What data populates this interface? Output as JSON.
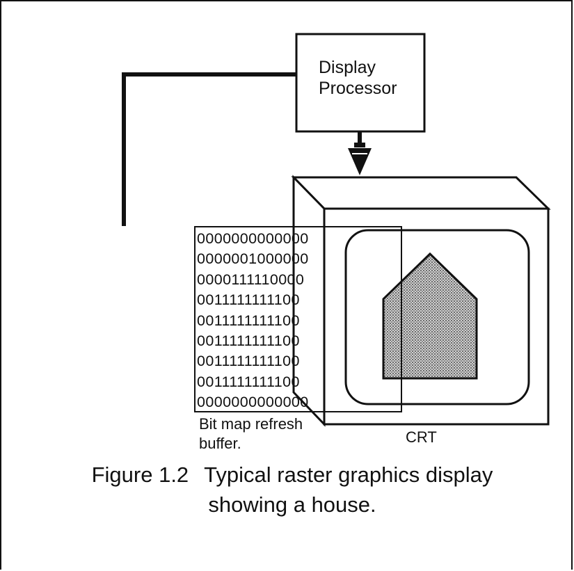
{
  "processor": {
    "line1": "Display",
    "line2": "Processor"
  },
  "buffer": {
    "rows": [
      "0000000000000",
      "0000001000000",
      "0000111110000",
      "0011111111100",
      "0011111111100",
      "0011111111100",
      "0011111111100",
      "0011111111100",
      "0000000000000"
    ],
    "label_line1": "Bit map refresh",
    "label_line2": "buffer."
  },
  "crt": {
    "label": "CRT"
  },
  "caption": {
    "number": "Figure 1.2",
    "line1": "Typical raster graphics display",
    "line2": "showing a house."
  },
  "colors": {
    "ink": "#111111",
    "screen_fill": "#b7b7b7",
    "background": "#ffffff"
  }
}
